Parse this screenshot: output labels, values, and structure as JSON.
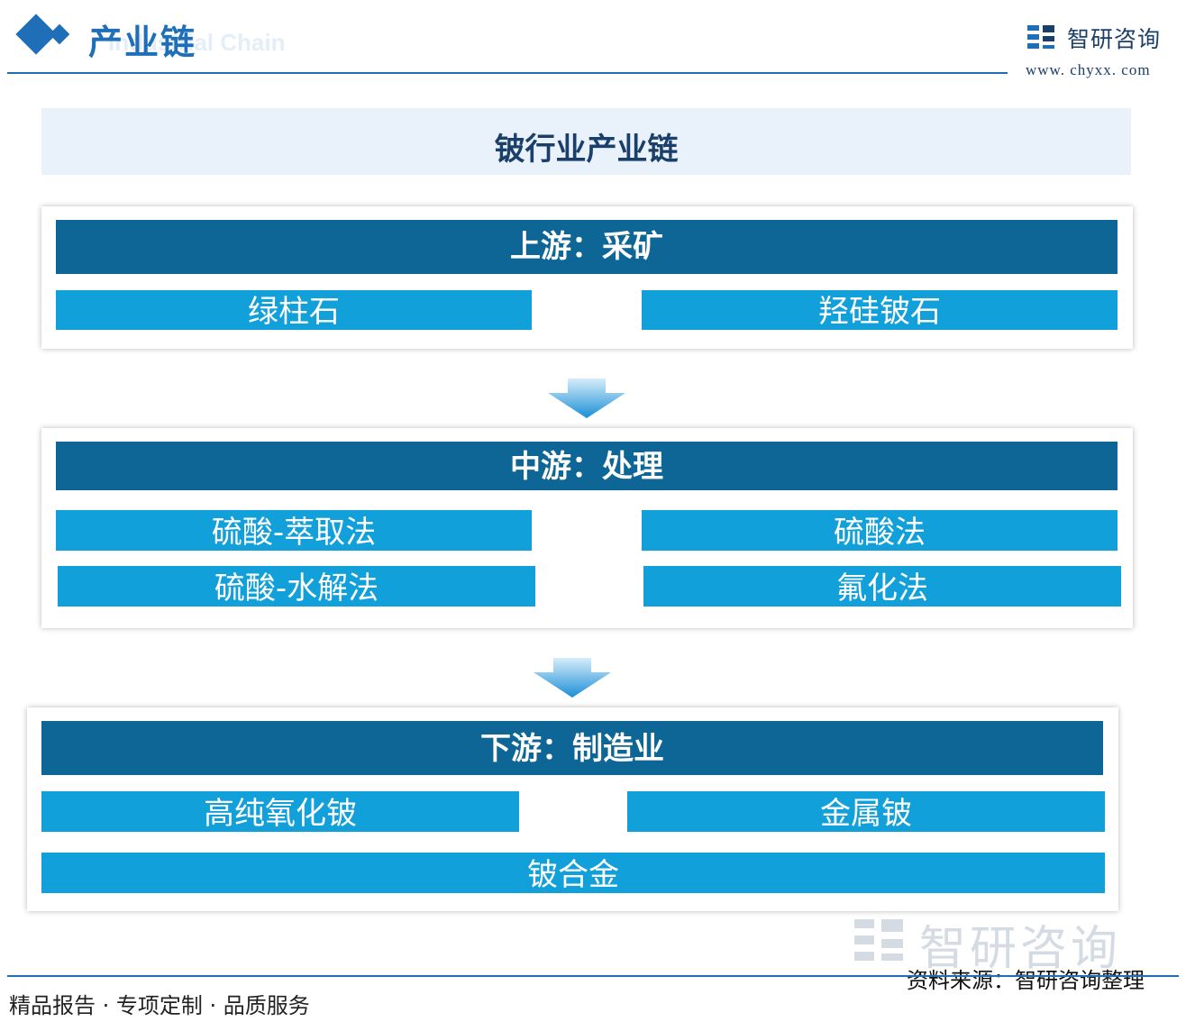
{
  "header": {
    "title": "产业链",
    "subtitle": "Industrial Chain",
    "brand_name": "智研咨询",
    "brand_url": "www. chyxx. com"
  },
  "diagram": {
    "title": "铍行业产业链",
    "upstream": {
      "heading": "上游：采矿",
      "items": [
        "绿柱石",
        "羟硅铍石"
      ]
    },
    "midstream": {
      "heading": "中游：处理",
      "items": [
        "硫酸-萃取法",
        "硫酸法",
        "硫酸-水解法",
        "氟化法"
      ]
    },
    "downstream": {
      "heading": "下游：制造业",
      "items": [
        "高纯氧化铍",
        "金属铍",
        "铍合金"
      ]
    }
  },
  "watermark": {
    "text": "智研咨询"
  },
  "footer": {
    "slogan": "精品报告 · 专项定制 · 品质服务",
    "source": "资料来源：智研咨询整理"
  },
  "colors": {
    "accent": "#1f6fb8",
    "dark_bar": "#0d6695",
    "item_bar": "#12a0da",
    "title_bg": "#e9f2fb",
    "title_text": "#1b3f6b"
  }
}
